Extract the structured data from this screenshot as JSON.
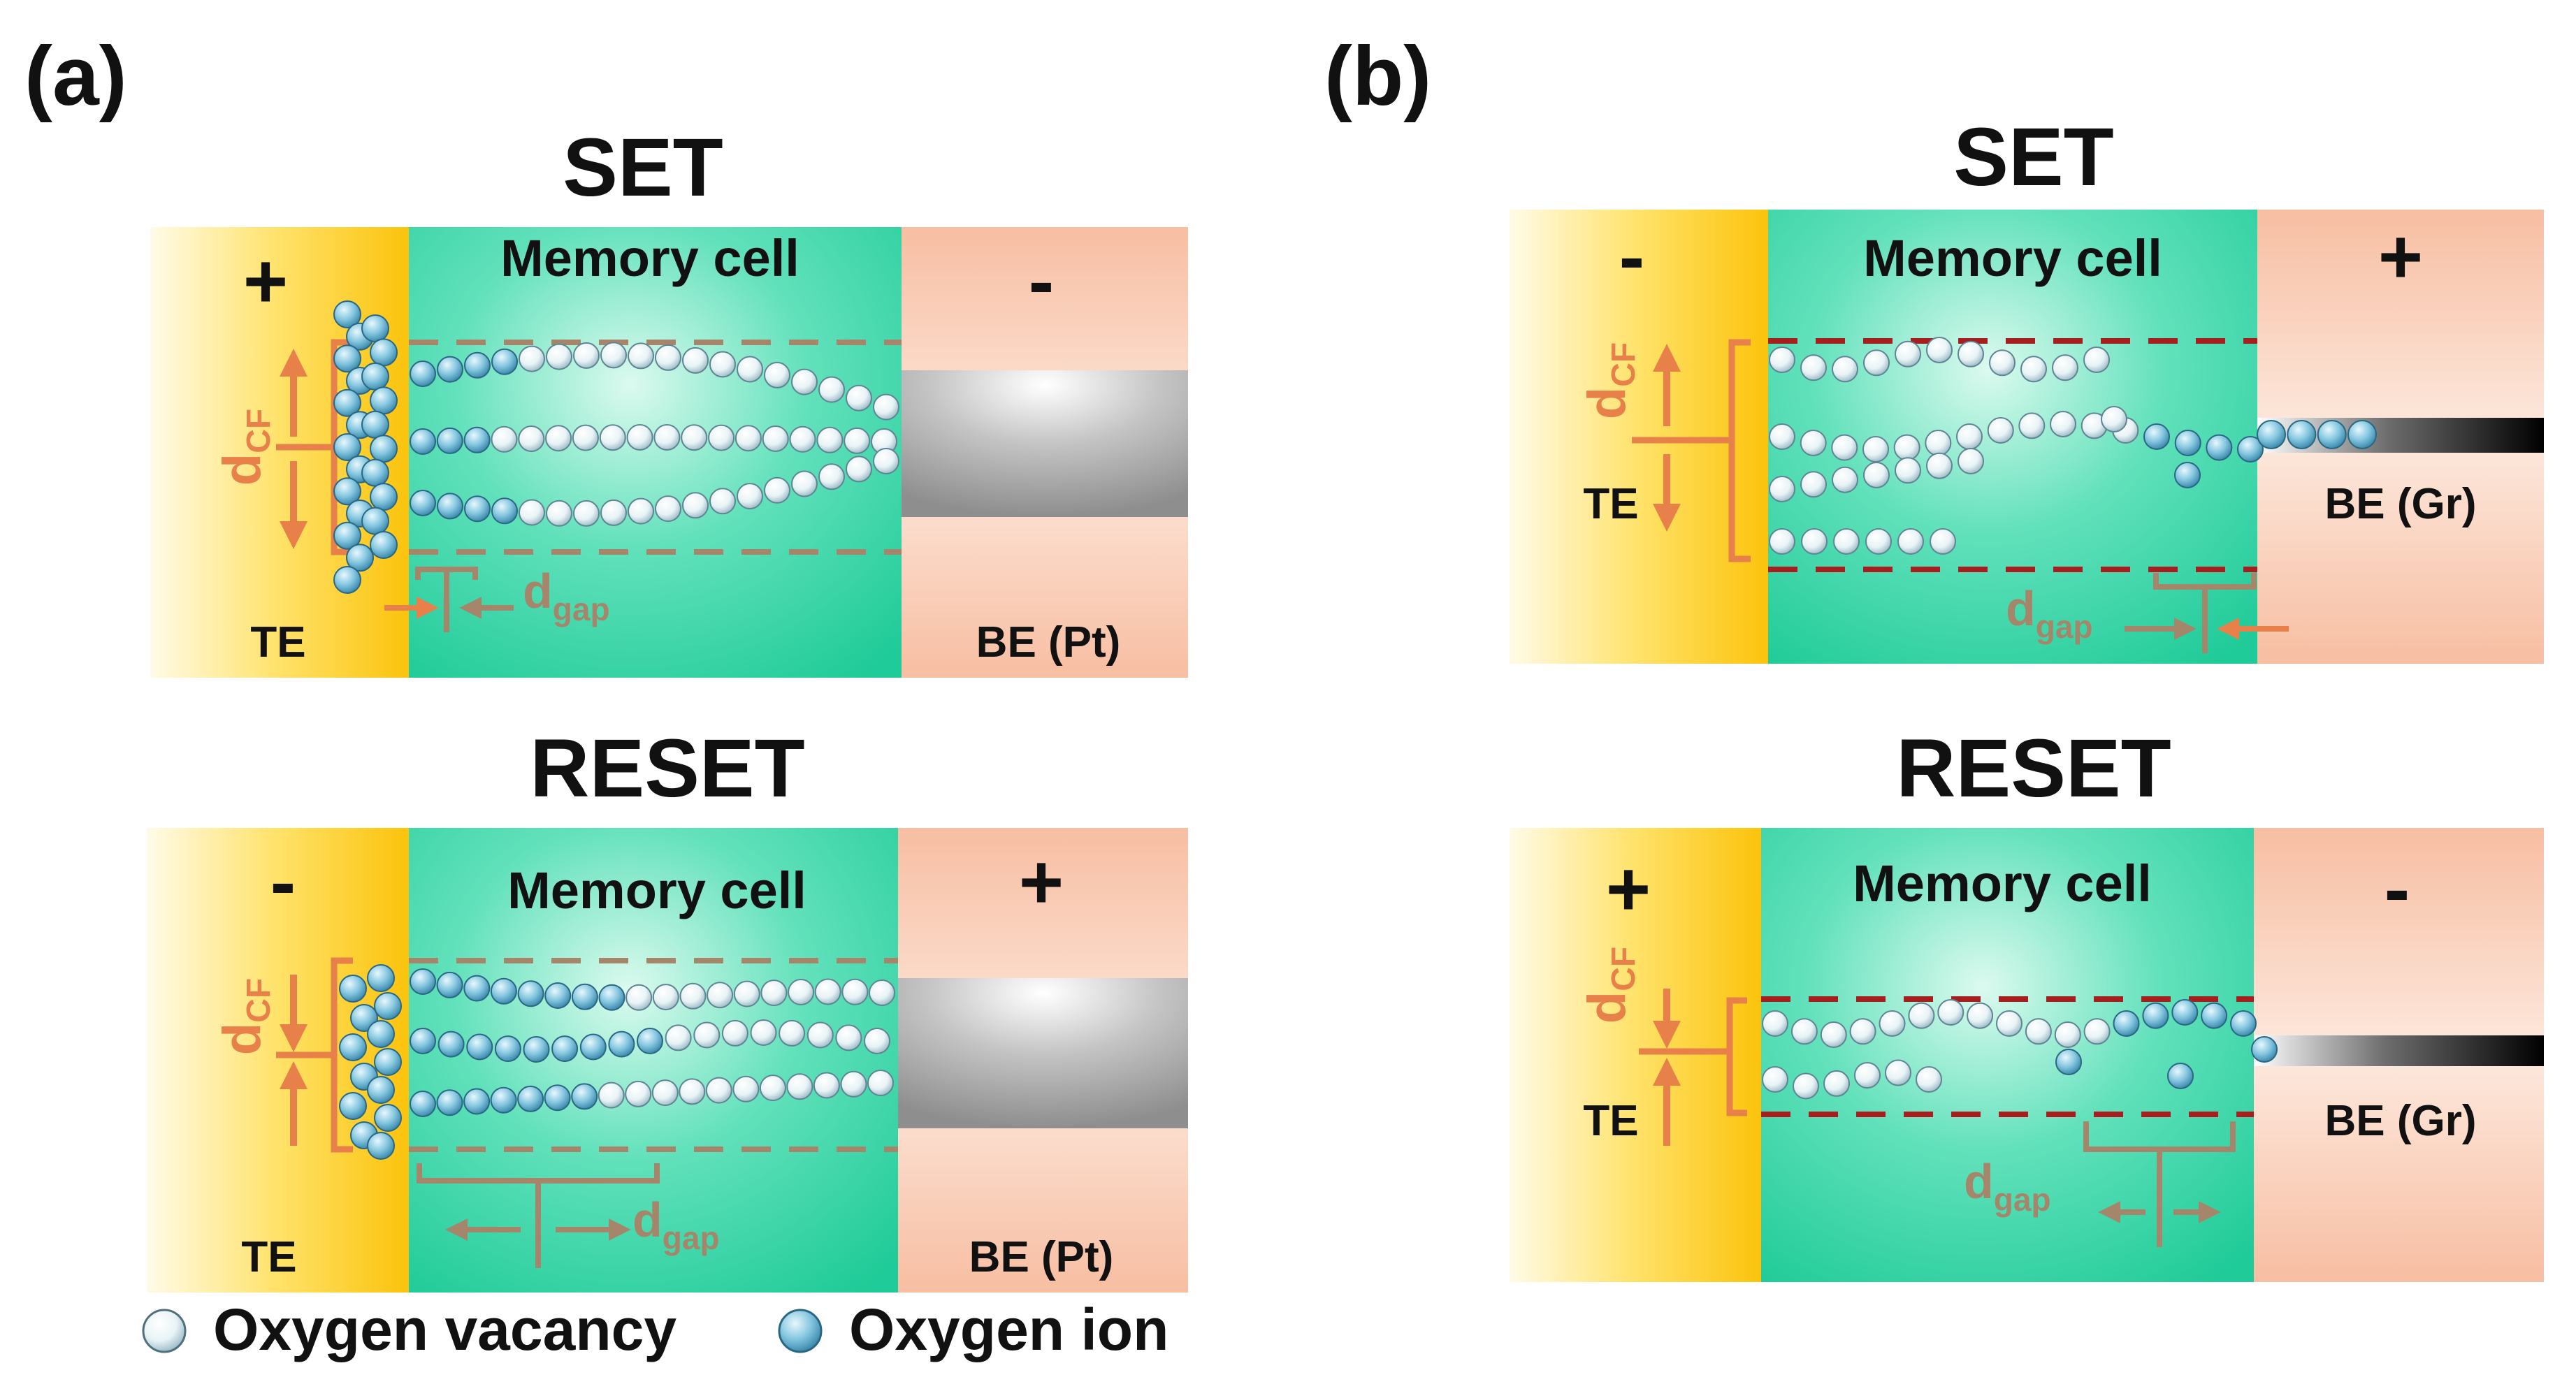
{
  "panels": [
    {
      "id": "a",
      "label": "(a)",
      "cells": [
        {
          "title": "SET",
          "te_sign": "+",
          "be_sign": "-",
          "te_label": "TE",
          "middle_label": "Memory cell",
          "be_label": "BE (Pt)",
          "dcf_label": "d",
          "dcf_sub": "CF",
          "dgap_label": "d",
          "dgap_sub": "gap"
        },
        {
          "title": "RESET",
          "te_sign": "-",
          "be_sign": "+",
          "te_label": "TE",
          "middle_label": "Memory cell",
          "be_label": "BE (Pt)",
          "dcf_label": "d",
          "dcf_sub": "CF",
          "dgap_label": "d",
          "dgap_sub": "gap"
        }
      ]
    },
    {
      "id": "b",
      "label": "(b)",
      "cells": [
        {
          "title": "SET",
          "te_sign": "-",
          "be_sign": "+",
          "te_label": "TE",
          "middle_label": "Memory cell",
          "be_label": "BE (Gr)",
          "dcf_label": "d",
          "dcf_sub": "CF",
          "dgap_label": "d",
          "dgap_sub": "gap"
        },
        {
          "title": "RESET",
          "te_sign": "+",
          "be_sign": "-",
          "te_label": "TE",
          "middle_label": "Memory cell",
          "be_label": "BE (Gr)",
          "dcf_label": "d",
          "dcf_sub": "CF",
          "dgap_label": "d",
          "dgap_sub": "gap"
        }
      ]
    }
  ],
  "legend": {
    "vacancy_label": "Oxygen vacancy",
    "ion_label": "Oxygen ion"
  },
  "colors": {
    "top_electrode": "#ffd21e",
    "memory_cell": "#2fd6a4",
    "bottom_electrode": "#f8c6ad",
    "platinum": "#8c8c8c",
    "graphene": "#000000",
    "dcf_annotation": "#e8804a",
    "dgap_annotation": "#a5866a",
    "dashed_a": "#a5866a",
    "dashed_b": "#a81e1e"
  }
}
